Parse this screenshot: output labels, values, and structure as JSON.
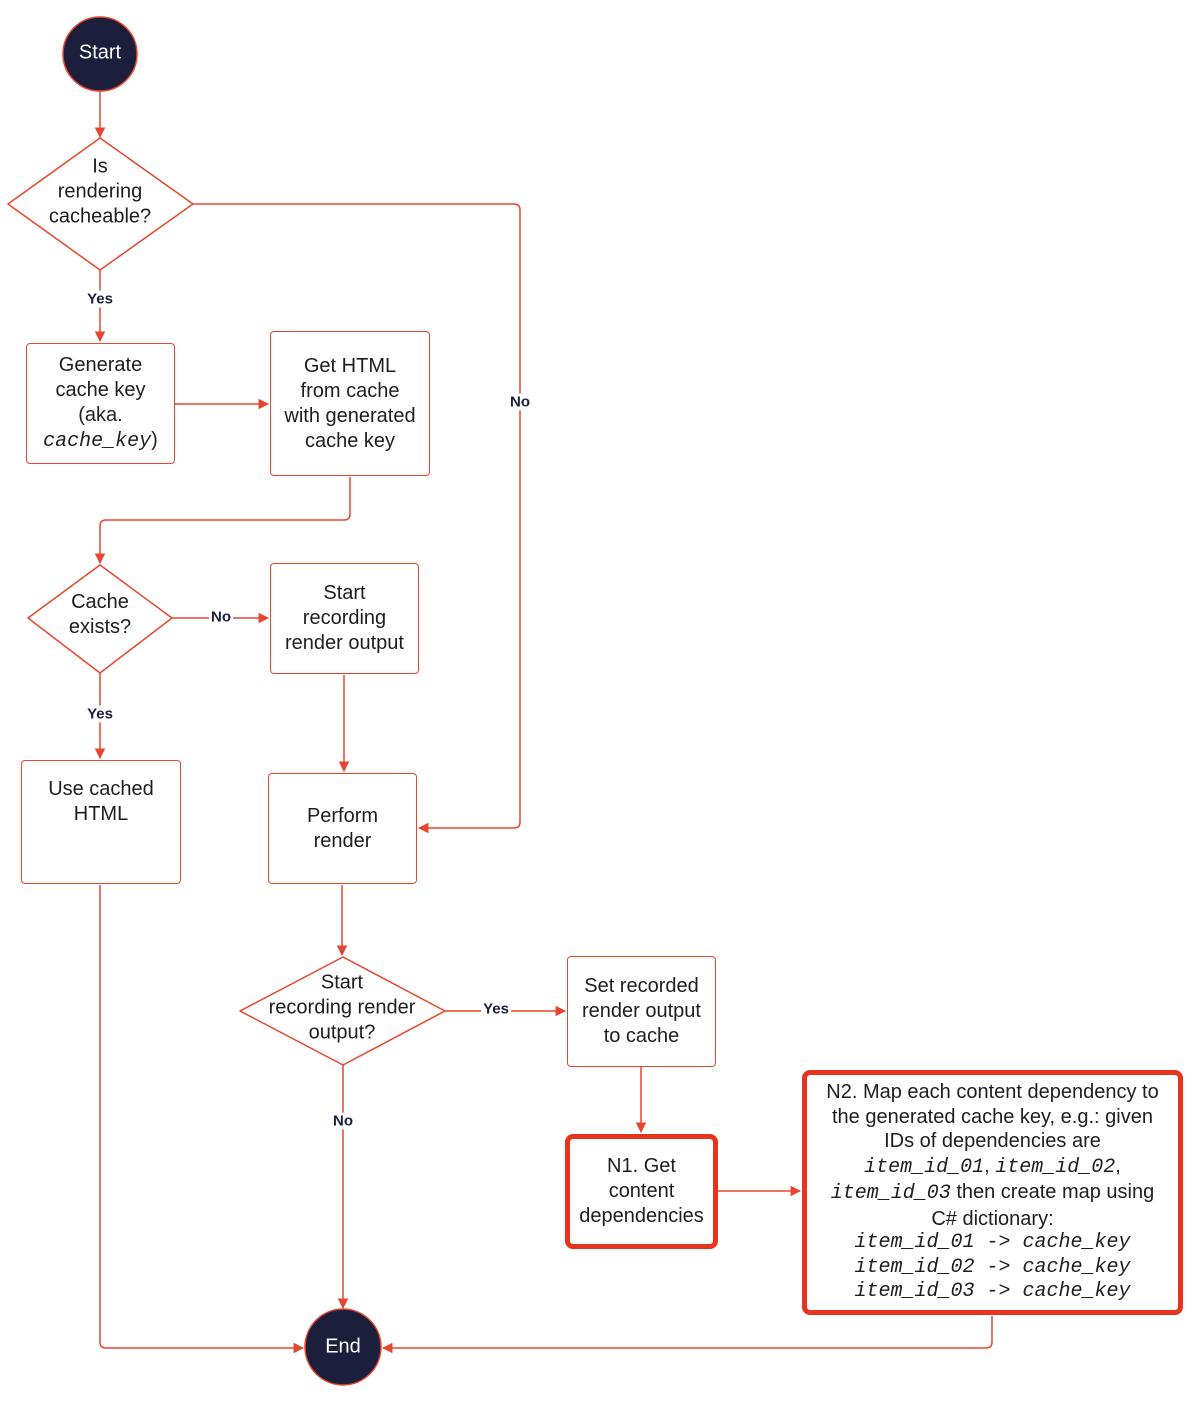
{
  "colors": {
    "line": "#e8452e",
    "terminal_fill": "#1b1f3b",
    "terminal_text": "#ffffff"
  },
  "nodes": {
    "start": "Start",
    "is_cacheable": [
      "Is",
      "rendering",
      "cacheable?"
    ],
    "generate_key": {
      "line1": "Generate",
      "line2": "cache key",
      "line3": "(aka.",
      "code": "cache_key",
      "close": ")"
    },
    "get_html": [
      "Get HTML",
      "from cache",
      "with generated",
      "cache key"
    ],
    "cache_exists": [
      "Cache",
      "exists?"
    ],
    "start_recording": [
      "Start",
      "recording",
      "render output"
    ],
    "use_cached": [
      "Use cached",
      "HTML"
    ],
    "perform_render": [
      "Perform",
      "render"
    ],
    "start_recording_q": [
      "Start",
      "recording render",
      "output?"
    ],
    "set_recorded": [
      "Set recorded",
      "render output",
      "to cache"
    ],
    "n1": [
      "N1. Get",
      "content",
      "dependencies"
    ],
    "n2": {
      "l1": "N2. Map each content dependency to",
      "l2": "the generated cache key, e.g.: given",
      "l3": "IDs of dependencies are",
      "id1": "item_id_01",
      "sep1": ", ",
      "id2": "item_id_02",
      "sep2": ",",
      "id3": "item_id_03",
      "l5": " then create map using",
      "l6": "C# dictionary:",
      "map1": "item_id_01 -> cache_key",
      "map2": "item_id_02 -> cache_key",
      "map3": "item_id_03 -> cache_key"
    },
    "end": "End"
  },
  "edge_labels": {
    "cacheable_yes": "Yes",
    "cacheable_no": "No",
    "exists_no": "No",
    "exists_yes": "Yes",
    "recording_yes": "Yes",
    "recording_no": "No"
  }
}
